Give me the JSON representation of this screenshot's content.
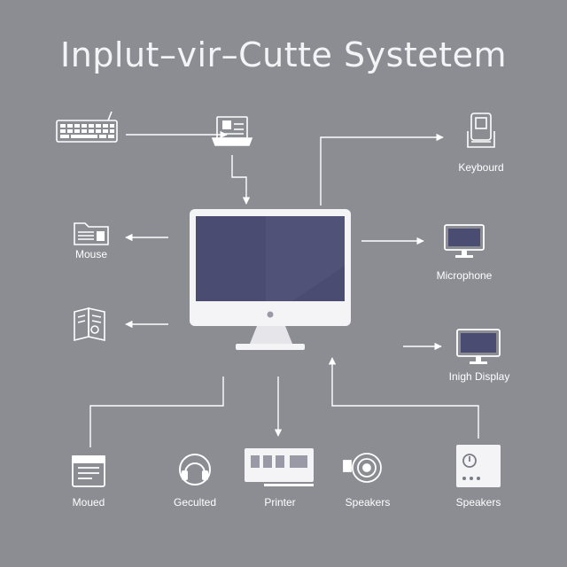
{
  "title": "Inplut–vir–Cutte Systetem",
  "labels": {
    "keyboard": "Keybourd",
    "mouse": "Mouse",
    "microphone": "Microphone",
    "display": "Inigh Display",
    "moued": "Moued",
    "geculted": "Geculted",
    "printer": "Printer",
    "speakers_a": "Speakers",
    "speakers_b": "Speakers"
  },
  "icons": {
    "keyboard": "keyboard-icon",
    "laptop": "laptop-icon",
    "device": "device-icon",
    "mouse": "folder-window-icon",
    "book": "book-icon",
    "microphone": "monitor-icon",
    "display": "monitor-icon",
    "moued": "browser-window-icon",
    "geculted": "headphones-icon",
    "printer": "printer-icon",
    "speakers_a": "speaker-icon",
    "speakers_b": "tower-speaker-icon",
    "computer": "imac-computer-icon"
  },
  "colors": {
    "background": "#8c8d93",
    "foreground": "#ffffff",
    "screen": "#4a4c72"
  }
}
